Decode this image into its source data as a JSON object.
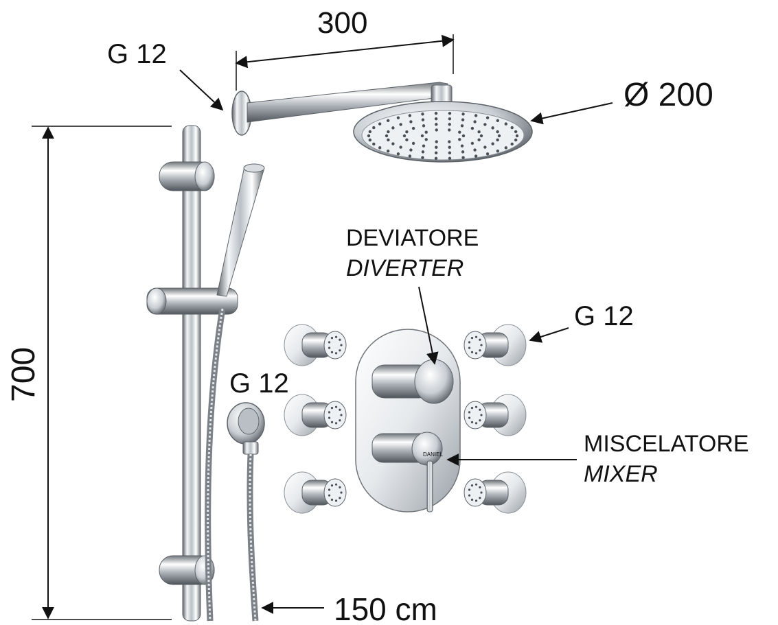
{
  "dimensions": {
    "arm_length": "300",
    "head_diameter": "Ø 200",
    "bar_height": "700",
    "hose_length": "150 cm"
  },
  "connections": {
    "arm_wall": "G 12",
    "body_jet": "G 12",
    "hose_outlet": "G 12"
  },
  "valves": {
    "diverter_it": "DEVIATORE",
    "diverter_en": "DIVERTER",
    "mixer_it": "MISCELATORE",
    "mixer_en": "MIXER"
  },
  "brand": "DANIEL",
  "colors": {
    "ink": "#111111",
    "chrome_dark": "#6e7479",
    "chrome_light": "#f4f6f8",
    "nozzle": "#4a4f55"
  }
}
